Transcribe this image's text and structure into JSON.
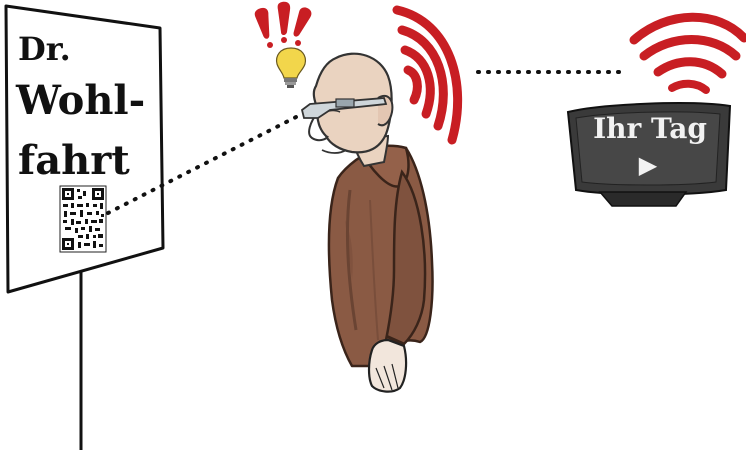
{
  "sign": {
    "line1": "Dr.",
    "line2": "Wohl-",
    "line3": "fahrt"
  },
  "tv": {
    "title": "Ihr Tag",
    "play_symbol": "▶"
  },
  "colors": {
    "wifi_red": "#c81e23",
    "coat_brown": "#8a5a44",
    "skin": "#ead3c0",
    "bulb_yellow": "#f2d64b",
    "tv_dark": "#3a3a3a"
  },
  "icons": [
    "qr-code-icon",
    "wifi-signal-icon",
    "lightbulb-icon",
    "exclamation-icon",
    "play-icon"
  ]
}
